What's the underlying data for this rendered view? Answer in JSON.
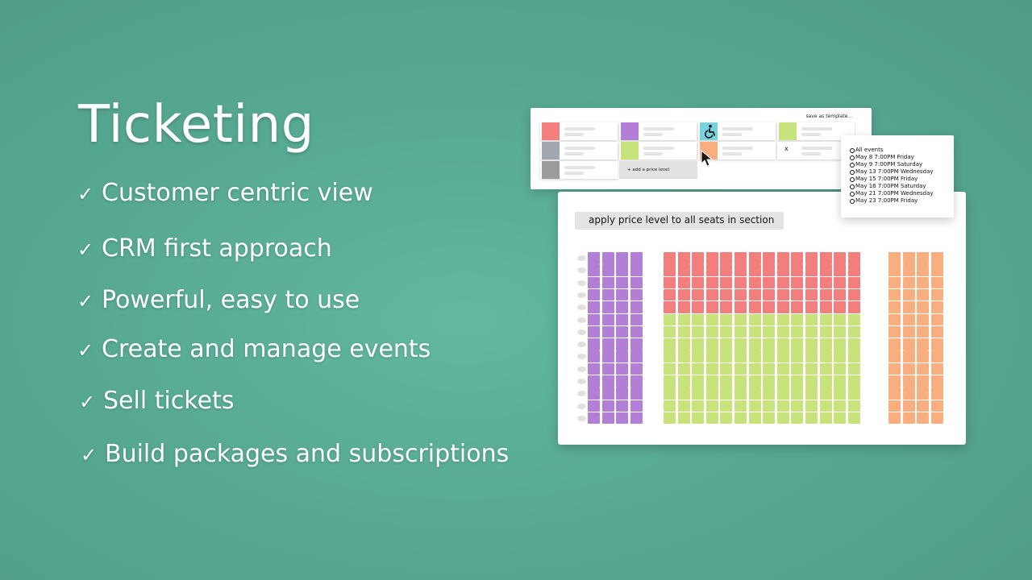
{
  "title": "Ticketing",
  "features": [
    "Customer centric view",
    "CRM first approach",
    "Powerful, easy to use",
    "Create and manage events",
    "Sell tickets",
    "Build packages and subscriptions"
  ],
  "check_glyph": "✓",
  "price_panel": {
    "save_template": "save as template...",
    "add_price_level": "+ add a price level",
    "remove_mark": "x",
    "swatches": [
      "#f27e7e",
      "#b27ed6",
      "#75d3de",
      "#c8e27c",
      "#a4a6b0",
      "#c8e27c",
      "#f8ae7e",
      "#9b9b9b"
    ],
    "icons": [
      "wheelchair-icon",
      "cursor-icon"
    ]
  },
  "events_dropdown": {
    "options": [
      "All events",
      "May 8  7:00PM Friday",
      "May 9  7:00PM Saturday",
      "May 13  7:00PM Wednesday",
      "May 15  7:00PM Friday",
      "May 16  7:00PM Saturday",
      "May 21  7:00PM Wednesday",
      "May 23  7:00PM Friday"
    ]
  },
  "seat_map": {
    "apply_button": "apply price level to all seats in section",
    "rows": 14,
    "sections": [
      {
        "name": "left",
        "cols": 4,
        "rows": [
          {
            "count": 14,
            "color": "#b27ed6"
          }
        ]
      },
      {
        "name": "center",
        "cols": 14,
        "rows": [
          {
            "count": 5,
            "color": "#f27e7e"
          },
          {
            "count": 9,
            "color": "#c8e27c"
          }
        ]
      },
      {
        "name": "right",
        "cols": 4,
        "rows": [
          {
            "count": 14,
            "color": "#f8ae7e"
          }
        ]
      }
    ]
  }
}
